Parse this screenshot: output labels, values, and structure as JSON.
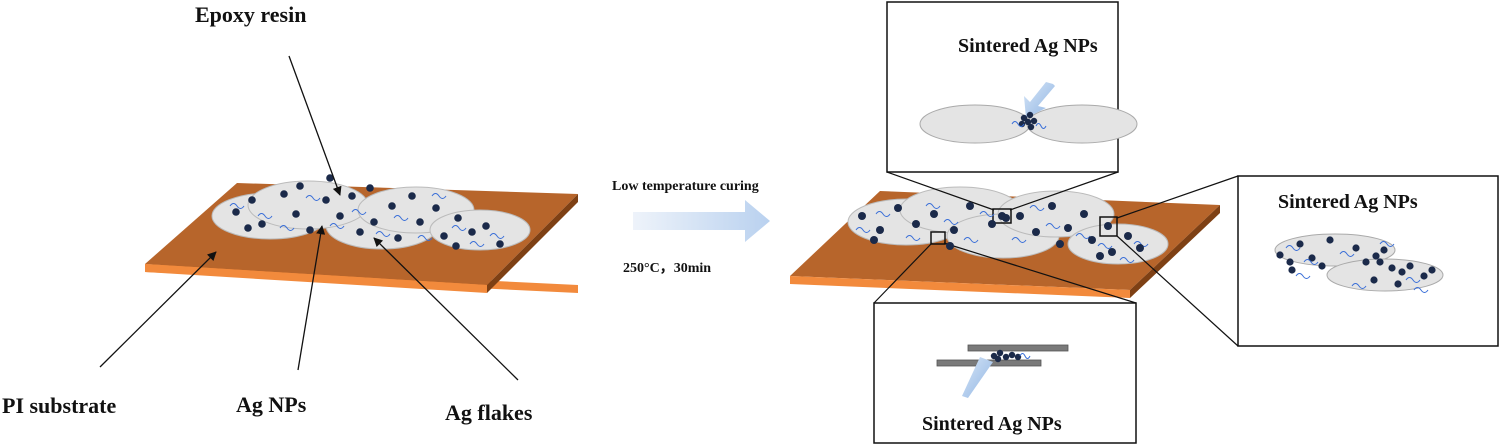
{
  "labels": {
    "epoxy_resin": "Epoxy resin",
    "pi_substrate": "PI substrate",
    "ag_nps": "Ag NPs",
    "ag_flakes": "Ag flakes",
    "process": "Low temperature curing",
    "conditions": "250°C，30min",
    "sintered_top": "Sintered Ag NPs",
    "sintered_right": "Sintered Ag NPs",
    "sintered_bottom": "Sintered Ag NPs"
  },
  "colors": {
    "substrate_top": "#b7652b",
    "substrate_side": "#f28a3c",
    "flake_fill": "#e4e4e4",
    "nanoparticle": "#1b2a4a",
    "resin_strand": "#3a6fd8",
    "arrow": "#c9dbf2"
  }
}
